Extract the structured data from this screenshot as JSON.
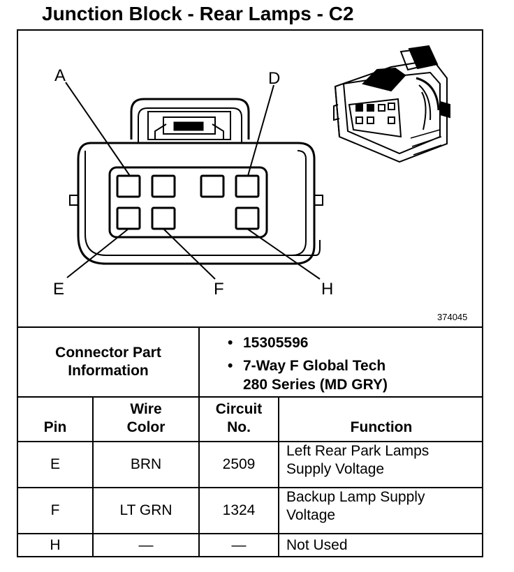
{
  "title": "Junction Block - Rear Lamps - C2",
  "figure_number": "374045",
  "pin_callouts": [
    "A",
    "D",
    "E",
    "F",
    "H"
  ],
  "connector_part_information": {
    "label_line1": "Connector Part",
    "label_line2": "Information",
    "part_number": "15305596",
    "description_line1": "7-Way F Global Tech",
    "description_line2": "280 Series (MD GRY)"
  },
  "table": {
    "headers": {
      "pin": "Pin",
      "wire_color_line1": "Wire",
      "wire_color_line2": "Color",
      "circuit_line1": "Circuit",
      "circuit_line2": "No.",
      "function": "Function"
    },
    "rows": [
      {
        "pin": "E",
        "wire_color": "BRN",
        "circuit": "2509",
        "function_line1": "Left Rear Park Lamps",
        "function_line2": "Supply Voltage"
      },
      {
        "pin": "F",
        "wire_color": "LT GRN",
        "circuit": "1324",
        "function_line1": "Backup Lamp Supply",
        "function_line2": "Voltage"
      },
      {
        "pin": "H",
        "wire_color": "—",
        "circuit": "—",
        "function_line1": "Not Used",
        "function_line2": ""
      }
    ]
  }
}
